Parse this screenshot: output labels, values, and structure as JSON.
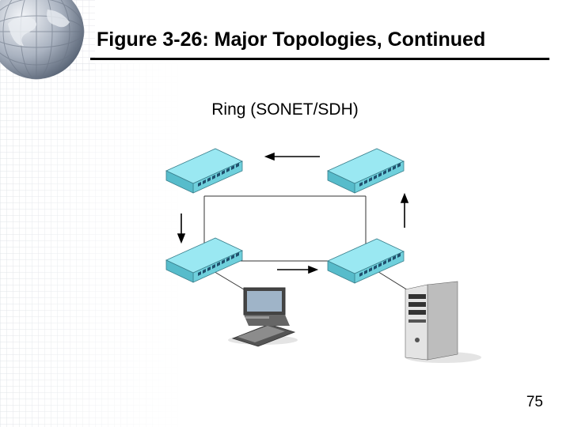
{
  "slide": {
    "title": "Figure 3-26: Major Topologies, Continued",
    "subtitle": "Ring (SONET/SDH)",
    "page_number": "75"
  },
  "diagram": {
    "nodes": [
      "switch-top-left",
      "switch-top-right",
      "switch-bottom-left",
      "switch-bottom-right",
      "laptop",
      "server-tower"
    ],
    "colors": {
      "switch_body": "#8fe3ee",
      "switch_side": "#5fc2d0",
      "port": "#1f4f6d",
      "link": "#333333"
    }
  }
}
